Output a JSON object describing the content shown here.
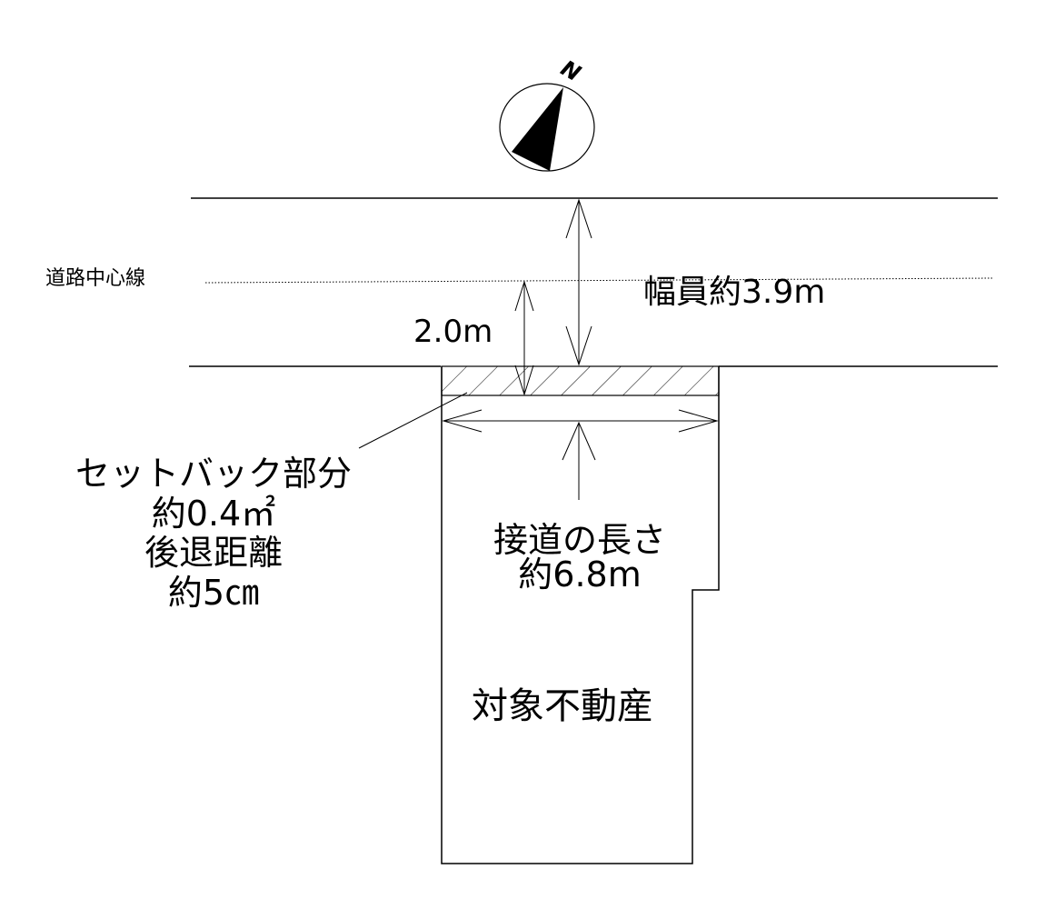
{
  "compass": {
    "north_label": "N",
    "icon": "north-arrow-icon"
  },
  "road": {
    "centerline_label": "道路中心線",
    "width_label": "幅員約3.9m",
    "setback_distance_label": "2.0m"
  },
  "setback": {
    "lines": [
      "セットバック部分",
      "約0.4㎡",
      "後退距離",
      "約5㎝"
    ]
  },
  "frontage": {
    "lines": [
      "接道の長さ",
      "約6.8m"
    ]
  },
  "property": {
    "label": "対象不動産"
  },
  "colors": {
    "line": "#000000",
    "background": "#ffffff"
  }
}
